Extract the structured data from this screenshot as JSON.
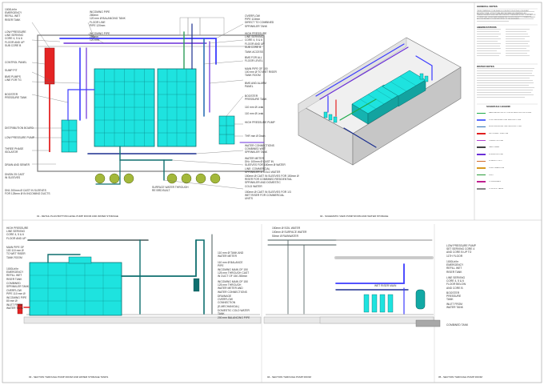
{
  "sheet_titles": {
    "plan": "01 - DETAIL PLAN BOTTOM LEVEL PUMP ROOM AND WATER STORAGE",
    "iso": "02 - SCHEMATIC VIEW PUMP ROOM AND WATER STORAGE",
    "elev_left": "03 - SECTION THROUGH PUMP ROOM AND WATER STORAGE TANKS",
    "elev_mid": "04 - SECTION THROUGH PUMP ROOM",
    "elev_right": "05 - SECTION THROUGH PUMP ROOM"
  },
  "plan_labels_left": [
    "1000Ltr/hr\nEMERGENCY\nREFILL WET\nRISER TANK",
    "LOW PRESSURE\nLINE SERVING\nCORE 4, 5 & 6\nFLOOR AND UP\nSUB CORE B",
    "CONTROL PANEL",
    "SUMP PIT",
    "BMS PUMPS\nLINE FOR TG",
    "BOOSTER\nPRESSURE TANK",
    "DISTRIBUTION BOARD",
    "LOW PRESSURE PUMP",
    "THREE PHASE\nISOLATOR",
    "DRAIN AND SEWER",
    "DN/DN 25 CAST\nIN SLEEVES"
  ],
  "plan_labels_top": [
    "INCOMING PIPE\n280mm\n120 mm Ø BALANCING TANK\nFLOOR LINE\nPIPE 120mm",
    "INCOMING PIPE\n280mm\n120 mm"
  ],
  "plan_labels_right": [
    "OVERFLOW\nPIPE 110mm\nDIRECT TO COMBINED\nSPRINKLER TANK",
    "HIGH PRESSURE\nLINE SERVING\nCORE 4, 5 & 6\nFLOOR AND UP\nSUB CORE B",
    "TANK ACCESS",
    "BMS FOR ALL\nFLOOR LEVEL",
    "MAIN PIPE OF 100\n100 mm Ø TO WET RISER\nTANK ROOM",
    "BMS AND ALARM\nPANEL",
    "BOOSTER\nPRESSURE TANK",
    "110 mm Ø Leak",
    "110 mm Ø Leak",
    "HIGH PRESSURE PUMP",
    "THR mm Ø Drain",
    "WATER CONNECTIONS\nCOMBINED WET\nSPRINKLER TANK",
    "WATER METER\nDN= 100mm Ø CAST IN\nSLEEVES FOR 150mm Ø WATER\nLINE: COMMERCIAL\nSPRINKLER & COLD WATER",
    "150mm Ø CAST IN SLEEVES FOR 150mm Ø\nRISER FOR COMBINED RESIDENTIAL\nSPRINKLER AND DOMESTIC\nCOLD WATER",
    "150mm Ø CAST IN SLEEVES FOR 1/3\nWET RISER FOR COMMERCIAL\nUNITS"
  ],
  "plan_bottom_note": "SURFACE WATER THROUGH\nRE BRD BUILT",
  "plan_bottom_note2": "DN1 200mm Ø CAST IN SLEEVES\nFOR 125mm Ø IN INCOMING DUCTS",
  "general_notes_title": "GENERAL NOTES",
  "general_notes_text": "THESE DRAWINGS TO BE READ IN CONJUNCTION WITH ALL RELEVANT ARCHITECTURAL, STRUCTURAL AND MECHANICAL DRAWINGS. ALL DIMENSIONS ARE IN MILLIMETRES UNLESS OTHERWISE NOTED. CONTRACTOR TO VERIFY ALL LEVELS AND DIMENSIONS ON SITE PRIOR TO COMMENCEMENT. ANY DISCREPANCY TO BE REPORTED TO THE ENGINEER.",
  "abbrev_title": "ABBREVIATIONS",
  "water_notes_title": "WATER NOTES",
  "legend_title": "SCHEDULE LEGEND",
  "legend": [
    {
      "color": "#1faa4a",
      "label": "MAIN WATER SUPPLY FROM SERVICES PROVIDER"
    },
    {
      "color": "#5a6bff",
      "label": "LOW PRESSURE LINE SERVING CORE"
    },
    {
      "color": "#2b6fb5",
      "label": "HIGH PRESSURE LINE SERVING CORE"
    },
    {
      "color": "#e02020",
      "label": "WET RISER / FIRE LINE"
    },
    {
      "color": "#b040d0",
      "label": "OVERFLOW LINE"
    },
    {
      "color": "#444444",
      "label": "TANK DRAIN"
    },
    {
      "color": "#6a2fd8",
      "label": "SPRINKLER LINE"
    },
    {
      "color": "#d36a2a",
      "label": "DOMESTIC HOT"
    },
    {
      "color": "#d89a20",
      "label": "PUMP DRAIN LINE"
    },
    {
      "color": "#2a9d3a",
      "label": "VENT"
    },
    {
      "color": "#c02090",
      "label": "CONDENSATE"
    },
    {
      "color": "#888888",
      "label": "CONTROL CABLE"
    }
  ],
  "elev_left_labels": [
    "HIGH PRESSURE\nLINE SERVING\nCORE 4, 5 & 6\nFLOOR AND UP",
    "MAIN PIPE OF\n100 110 mm Ø\nTO WET RISER\nTANK ROOM",
    "1000Ltr/hr\nEMERGENCY\nREFILL WET\nRISER TANK",
    "COMBINED\nSPRINKLER TANK",
    "OVERFLOW\nPIPE 110 mm Ø",
    "INCOMING PIPE\n80 mm Ø",
    "INLET FROM\nWATER TANK"
  ],
  "elev_mid_labels": [
    "110 mm Ø TANK AND\nWATER METER",
    "110 mm Ø BALANCE\nPIPE",
    "INCOMING MAIN OF 150\n125 mm THROUGH CAST\nIN DUCT OF 150 280mm",
    "INCOMING MAIN OF 150\n125 mm THROUGH\nWATER METER AND\nWATER CONNECTIONS",
    "DRAINAGE\nOVERFLOW\nCONNECTION\n(E-MECHANICAL)",
    "DOMESTIC COLD WATER\nTANK",
    "200 mm BALANCING PIPE",
    "150mm Ø SOIL WATER",
    "100mm Ø SURFACE WATER",
    "50mm Ø RAINWATER"
  ],
  "elev_right_labels": [
    "LOW PRESSURE PUMP\nSET SERVING CORE 4\nAND CORE B UP TO\n11TH FLOOR",
    "1000Ltr/hr\nEMERGENCY\nREFILL WET\nRISER TANK",
    "LINE SERVING\nCORE 4, 5 & 6\nFLOOR BELOW\nAND CORE B",
    "BOOSTER\nPRESSURE\nTANK",
    "INLET FROM\nWATER TANK",
    "COMBINED TANK",
    "WET RISER MAIN"
  ]
}
